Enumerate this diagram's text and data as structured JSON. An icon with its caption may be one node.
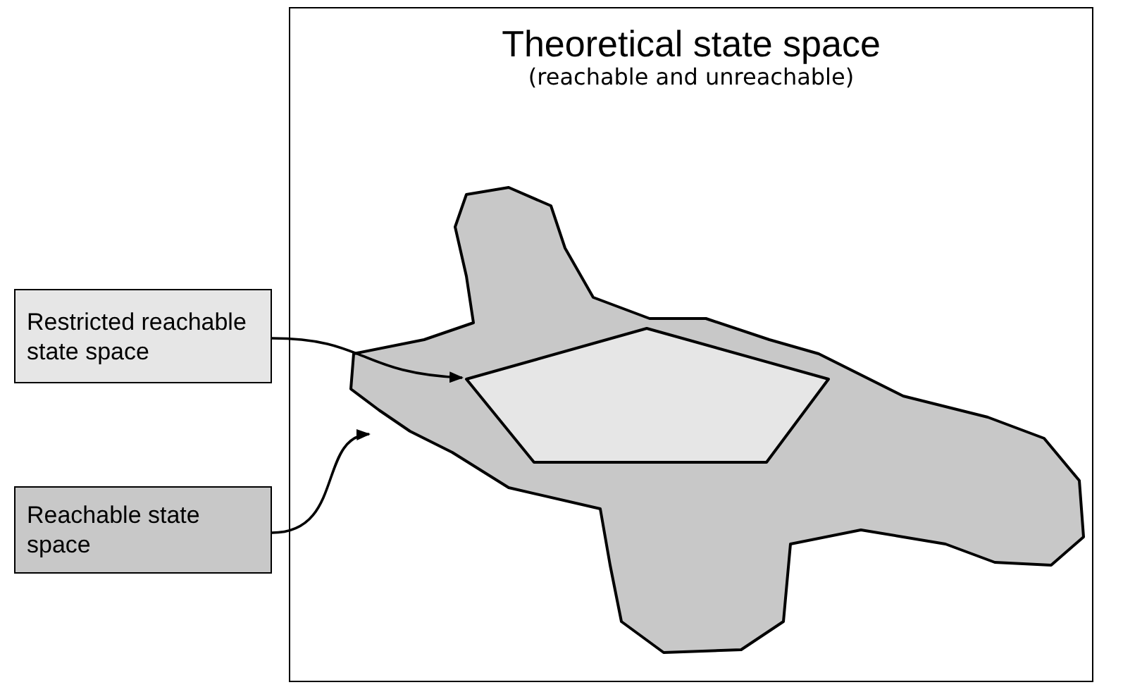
{
  "diagram": {
    "nodes": [
      {
        "text": [
          "Theoretical state space",
          "(reachable and unreachable)"
        ]
      },
      {
        "text": [],
        "shape": "cloud",
        "in": 0
      },
      {
        "text": [],
        "shape": "pentagon",
        "in": 1
      },
      {
        "text": [
          "Restricted reachable state space"
        ]
      },
      {
        "text": [
          "Reachable state space"
        ]
      }
    ],
    "edges": [
      {
        "from": 3,
        "to": 2,
        "arrow": "to"
      },
      {
        "from": 4,
        "to": 1,
        "arrow": "to"
      }
    ]
  }
}
